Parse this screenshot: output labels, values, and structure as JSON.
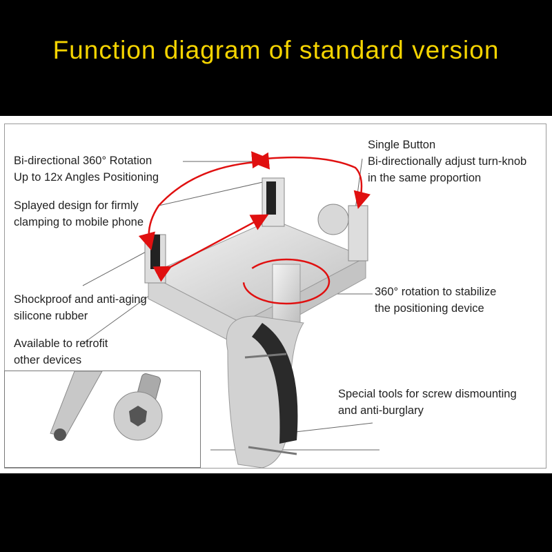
{
  "title": "Function diagram of standard version",
  "labels": {
    "rotation": [
      "Bi-directional 360° Rotation",
      "Up to 12x Angles Positioning"
    ],
    "splayed": [
      "Splayed design for firmly",
      "clamping to mobile phone"
    ],
    "shockproof": [
      "Shockproof and anti-aging",
      "silicone rubber"
    ],
    "retrofit": [
      "Available to retrofit",
      "other devices"
    ],
    "button": [
      "Single Button",
      "Bi-directionally adjust turn-knob",
      "in the same proportion"
    ],
    "stabilize": [
      "360° rotation to stabilize",
      "the positioning device"
    ],
    "tools": [
      "Special tools for screw dismounting",
      "and anti-burglary"
    ]
  },
  "colors": {
    "title": "#f5d400",
    "arrow": "#e01010"
  }
}
